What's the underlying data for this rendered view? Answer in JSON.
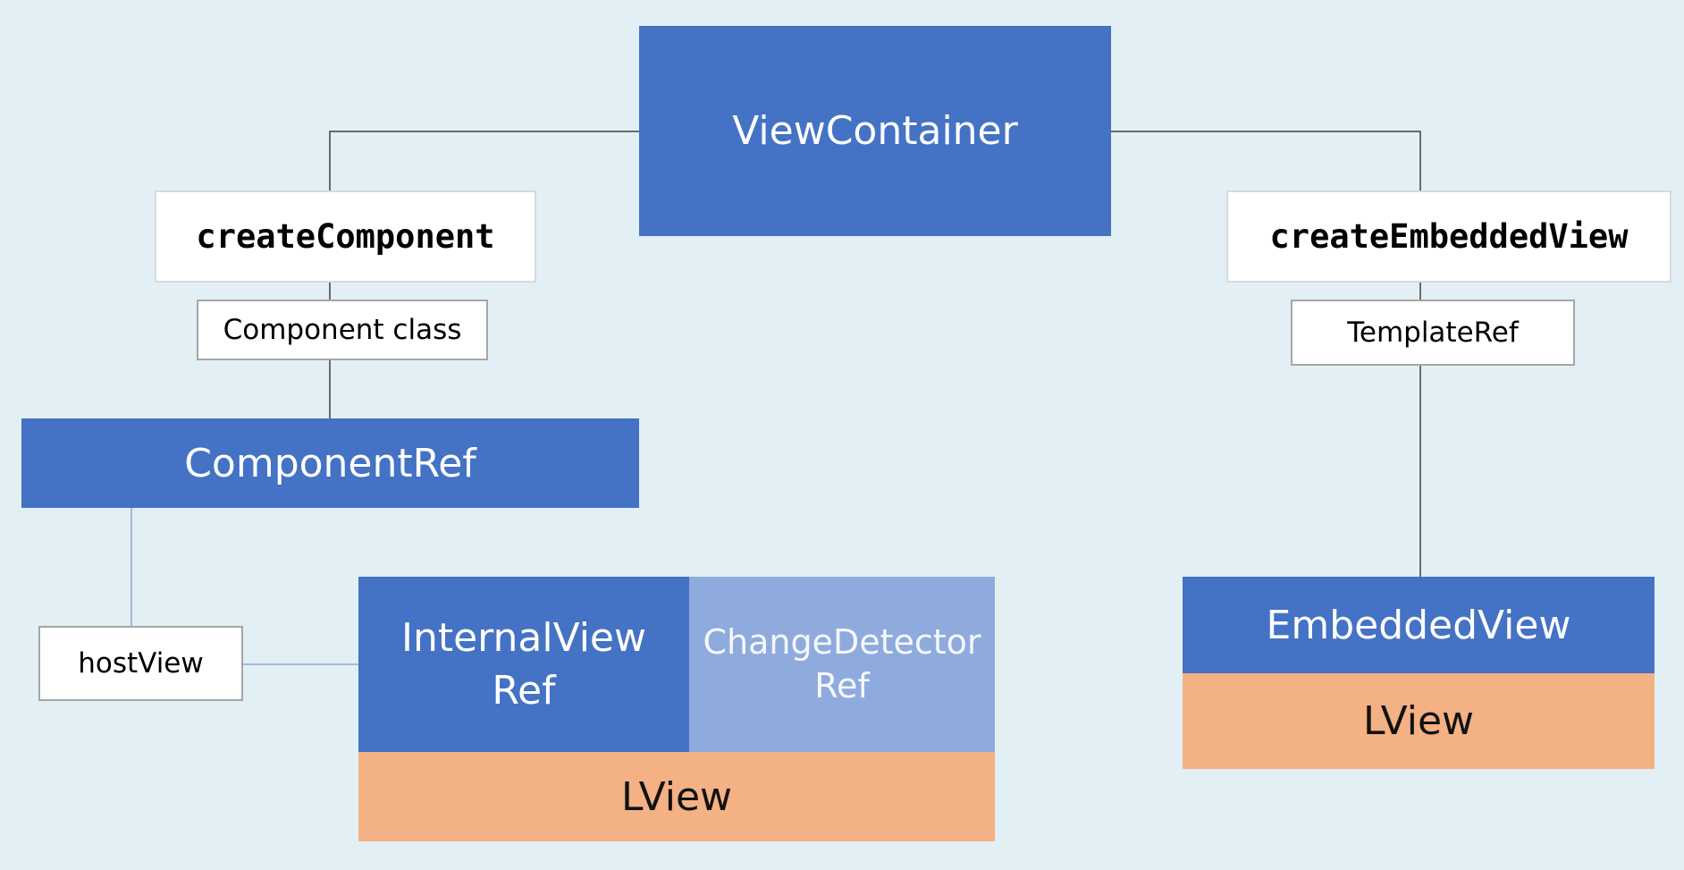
{
  "diagram": {
    "view_container": "ViewContainer",
    "create_component": "createComponent",
    "component_class": "Component class",
    "component_ref": "ComponentRef",
    "host_view": "hostView",
    "internal_view_ref": "InternalView\nRef",
    "change_detector_ref": "ChangeDetector\nRef",
    "lview_left": "LView",
    "create_embedded_view": "createEmbeddedView",
    "template_ref": "TemplateRef",
    "embedded_view": "EmbeddedView",
    "lview_right": "LView"
  },
  "colors": {
    "background": "#e2eff4",
    "primary_blue": "#4472c4",
    "light_blue": "#8faadc",
    "orange": "#f4b183",
    "connector_dark": "#404040",
    "connector_blue": "#8faadc"
  }
}
